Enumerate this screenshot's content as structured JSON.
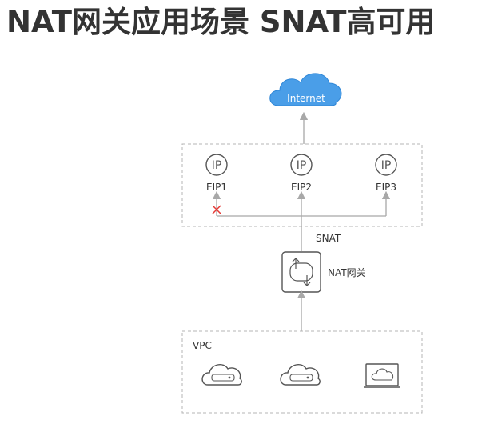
{
  "page": {
    "title": "NAT网关应用场景 SNAT高可用"
  },
  "internet": {
    "label": "Internet",
    "color": "#4a9ee8"
  },
  "eip_group": {
    "icon_text": "IP",
    "items": [
      {
        "label": "EIP1",
        "status": "failed"
      },
      {
        "label": "EIP2",
        "status": "active"
      },
      {
        "label": "EIP3",
        "status": "active"
      }
    ]
  },
  "snat": {
    "label": "SNAT"
  },
  "nat_gateway": {
    "label": "NAT网关",
    "icon": "nat-gateway-icon"
  },
  "vpc": {
    "label": "VPC",
    "resources": [
      {
        "icon": "cloud-server-icon"
      },
      {
        "icon": "cloud-server-icon"
      },
      {
        "icon": "cloud-desktop-icon"
      }
    ]
  },
  "colors": {
    "line": "#a8a8a8",
    "dashed_border": "#b4b4b4",
    "fail_mark": "#e53935",
    "icon_stroke": "#555555"
  }
}
